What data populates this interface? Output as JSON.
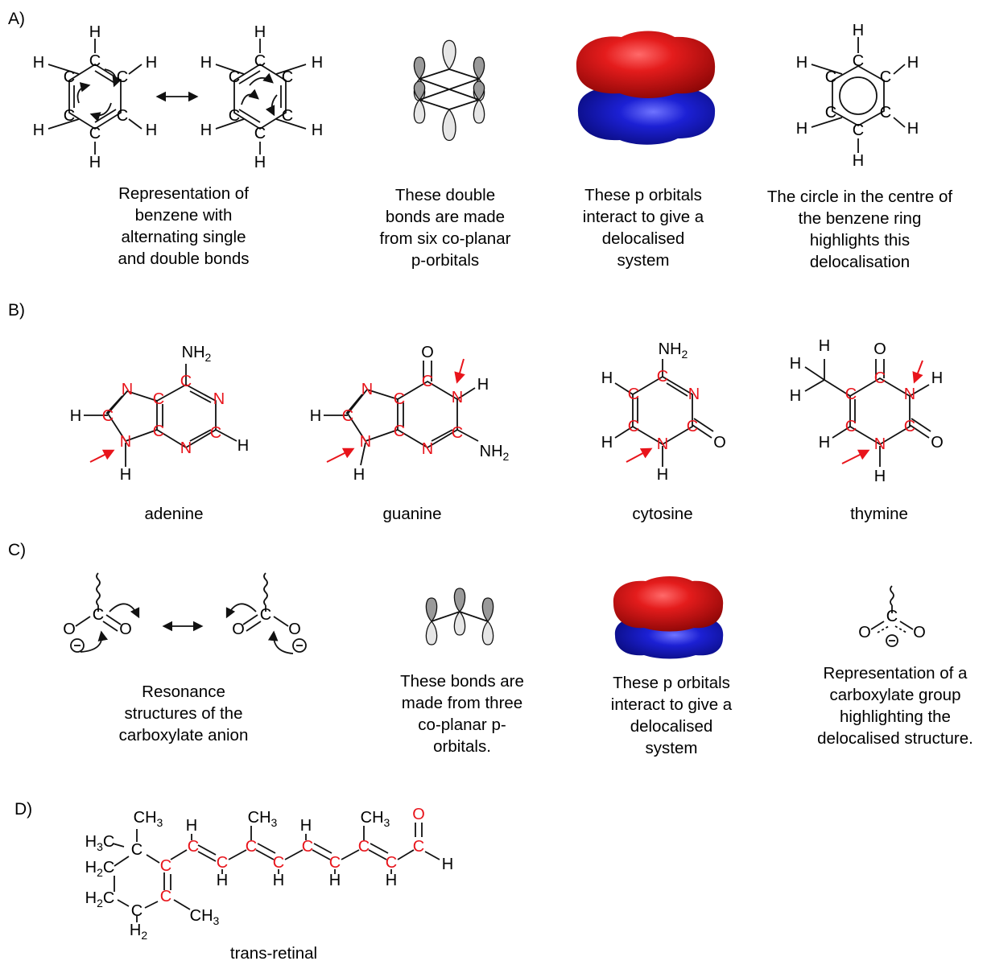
{
  "panels": {
    "a": {
      "label": "A)"
    },
    "b": {
      "label": "B)"
    },
    "c": {
      "label": "C)"
    },
    "d": {
      "label": "D)"
    }
  },
  "captions": {
    "a1": [
      "Representation of",
      "benzene with",
      "alternating single",
      "and double bonds"
    ],
    "a2": [
      "These double",
      "bonds are made",
      "from six co-planar",
      "p-orbitals"
    ],
    "a3": [
      "These p orbitals",
      "interact to give a",
      "delocalised",
      "system"
    ],
    "a4": [
      "The circle in the centre of",
      "the benzene ring",
      "highlights this",
      "delocalisation"
    ],
    "b1": [
      "adenine"
    ],
    "b2": [
      "guanine"
    ],
    "b3": [
      "cytosine"
    ],
    "b4": [
      "thymine"
    ],
    "c1": [
      "Resonance",
      "structures of the",
      "carboxylate anion"
    ],
    "c2": [
      "These bonds are",
      "made from three",
      "co-planar p-",
      "orbitals."
    ],
    "c3": [
      "These p orbitals",
      "interact to give a",
      "delocalised",
      "system"
    ],
    "c4": [
      "Representation of a",
      "carboxylate group",
      "highlighting the",
      "delocalised structure."
    ],
    "d1": [
      "trans-retinal"
    ]
  },
  "atoms": {
    "H": "H",
    "C": "C",
    "N": "N",
    "O": "O",
    "NH": "NH",
    "CH": "CH",
    "sub2": "2",
    "sub3": "3",
    "minus": "⊖"
  },
  "colors": {
    "highlight": "#e8141b",
    "orbital_red": "#e01515",
    "orbital_blue": "#1b1fc8",
    "ink": "#111111"
  }
}
